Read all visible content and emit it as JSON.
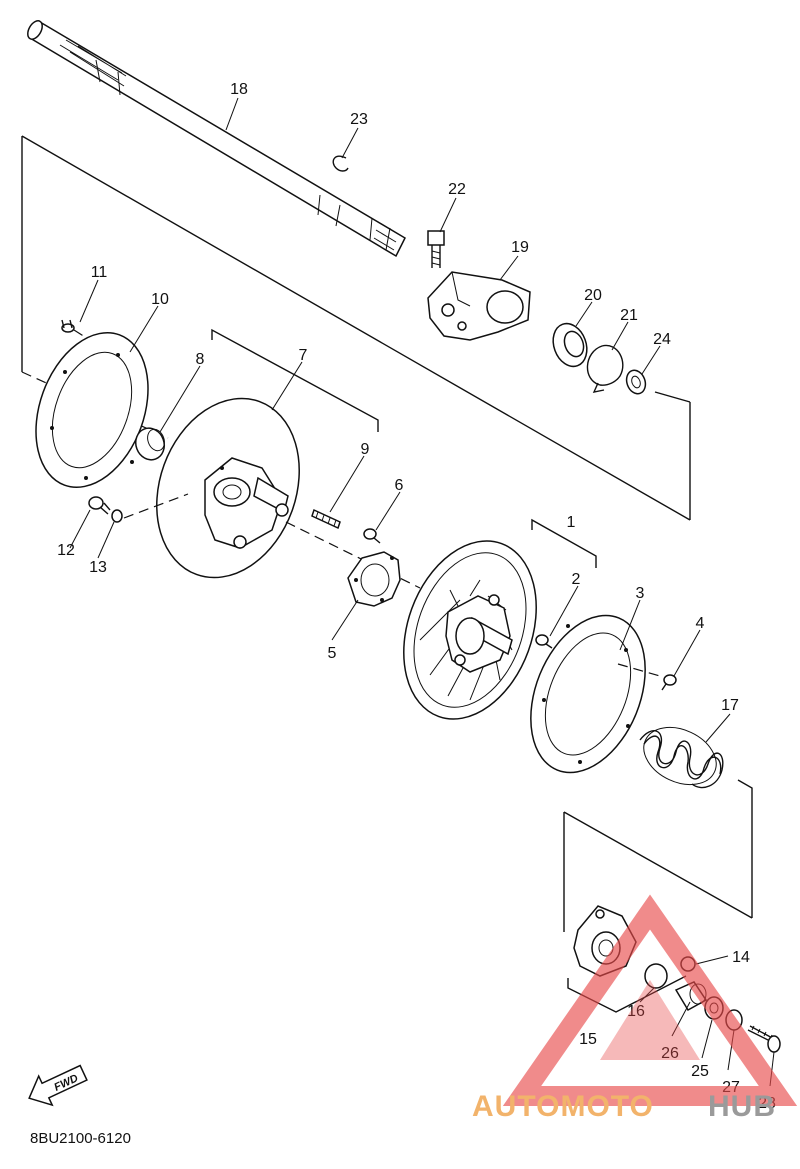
{
  "diagram": {
    "drawing_code": "8BU2100-6120",
    "direction_label": "FWD",
    "watermark": {
      "part1": "AUTOMOTO",
      "part2": "HUB"
    },
    "part_numbers": [
      "1",
      "2",
      "3",
      "4",
      "5",
      "6",
      "7",
      "8",
      "9",
      "10",
      "11",
      "12",
      "13",
      "14",
      "15",
      "16",
      "17",
      "18",
      "19",
      "20",
      "21",
      "22",
      "23",
      "24",
      "25",
      "26",
      "27",
      "28"
    ],
    "colors": {
      "line": "#111111",
      "watermark_triangle": "#e84a4a",
      "watermark_text_1": "#f2b36b",
      "watermark_text_2": "#9a9a9a"
    }
  }
}
